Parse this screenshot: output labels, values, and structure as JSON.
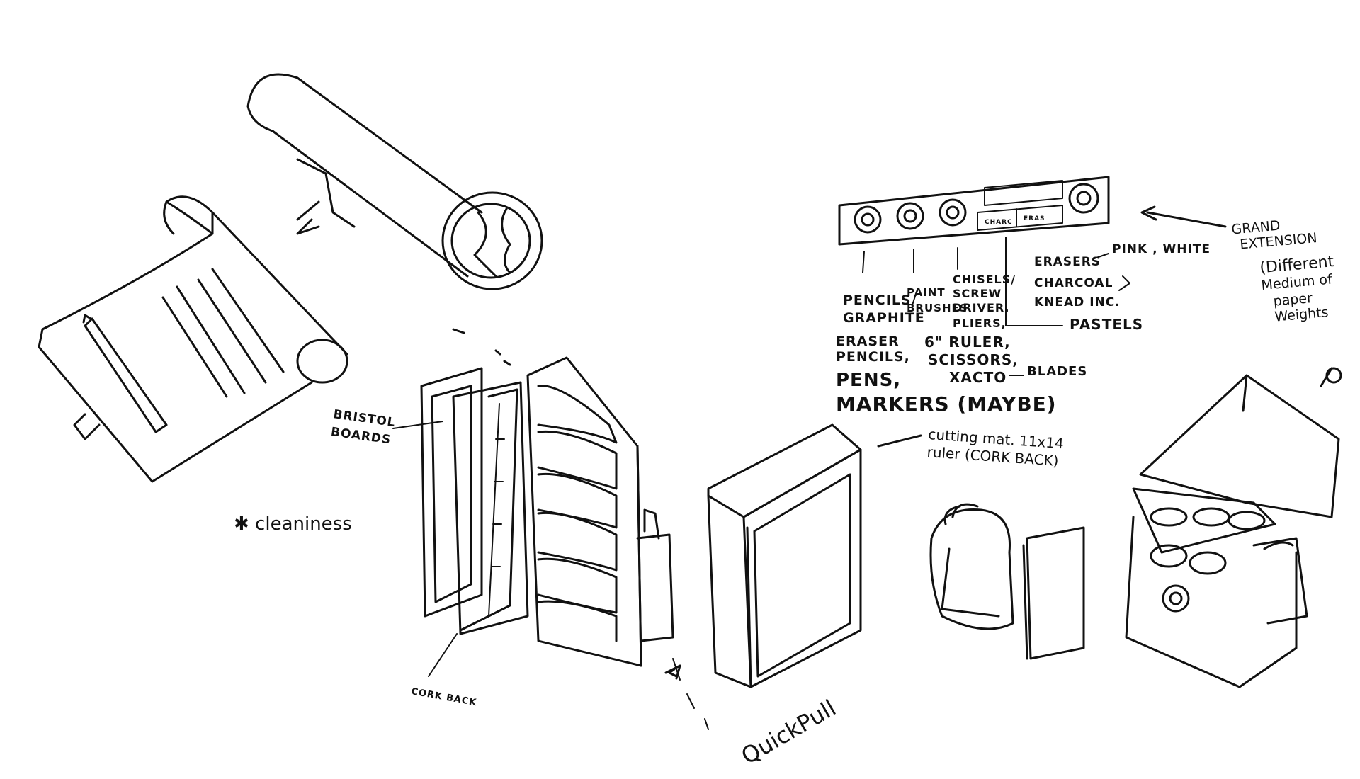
{
  "labels": {
    "cleaniness": "✱ cleaniness",
    "bristol_board": [
      "BRISTOL",
      "BOARDS"
    ],
    "cork_back": "CORK BACK",
    "quick_pull": "QuickPull",
    "cutting_mat": [
      "cutting mat. 11x14",
      "ruler (CORK BACK)"
    ],
    "grand_extension": [
      "GRAND",
      "EXTENSION",
      "(Different",
      "Medium of",
      "paper",
      "Weights"
    ],
    "pencils": [
      "PENCILS/",
      "GRAPHITE",
      "ERASER",
      "PENCILS,",
      "PENS,",
      "MARKERS (MAYBE)"
    ],
    "paint_brushes": [
      "PAINT",
      "BRUSHES"
    ],
    "chisels": [
      "CHISELS/",
      "SCREW",
      "DRIVER,",
      "PLIERS,",
      "6\" RULER,",
      "SCISSORS,",
      "XACTO"
    ],
    "blades": "BLADES",
    "erasers": [
      "ERASERS",
      "PINK , WHITE",
      "CHARCOAL",
      "KNEAD INC."
    ],
    "pastels": "PASTELS",
    "tray_small_left": "CHARC",
    "tray_small_right": "ERAS"
  }
}
